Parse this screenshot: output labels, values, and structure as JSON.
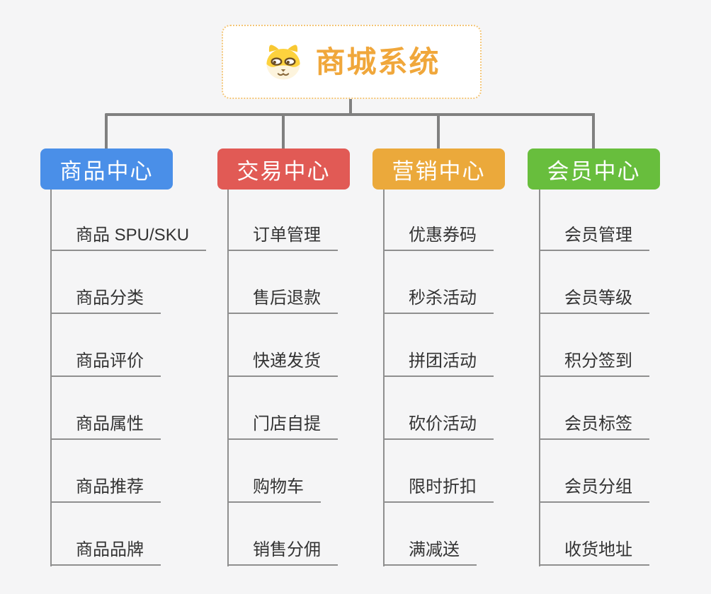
{
  "root": {
    "title": "商城系统",
    "icon": "dog-icon"
  },
  "theme": {
    "background": "#F5F5F6",
    "connector_color": "#808080",
    "branch_line_color": "#8F8F8F",
    "item_text_color": "#333333",
    "root_border_color": "#F3C577",
    "root_text_color": "#F0A73B"
  },
  "branches": [
    {
      "label": "商品中心",
      "color": "#4A8FE8",
      "items": [
        "商品 SPU/SKU",
        "商品分类",
        "商品评价",
        "商品属性",
        "商品推荐",
        "商品品牌"
      ]
    },
    {
      "label": "交易中心",
      "color": "#E15A55",
      "items": [
        "订单管理",
        "售后退款",
        "快递发货",
        "门店自提",
        "购物车",
        "销售分佣"
      ]
    },
    {
      "label": "营销中心",
      "color": "#EBA93B",
      "items": [
        "优惠券码",
        "秒杀活动",
        "拼团活动",
        "砍价活动",
        "限时折扣",
        "满减送"
      ]
    },
    {
      "label": "会员中心",
      "color": "#68BE3D",
      "items": [
        "会员管理",
        "会员等级",
        "积分签到",
        "会员标签",
        "会员分组",
        "收货地址"
      ]
    }
  ]
}
